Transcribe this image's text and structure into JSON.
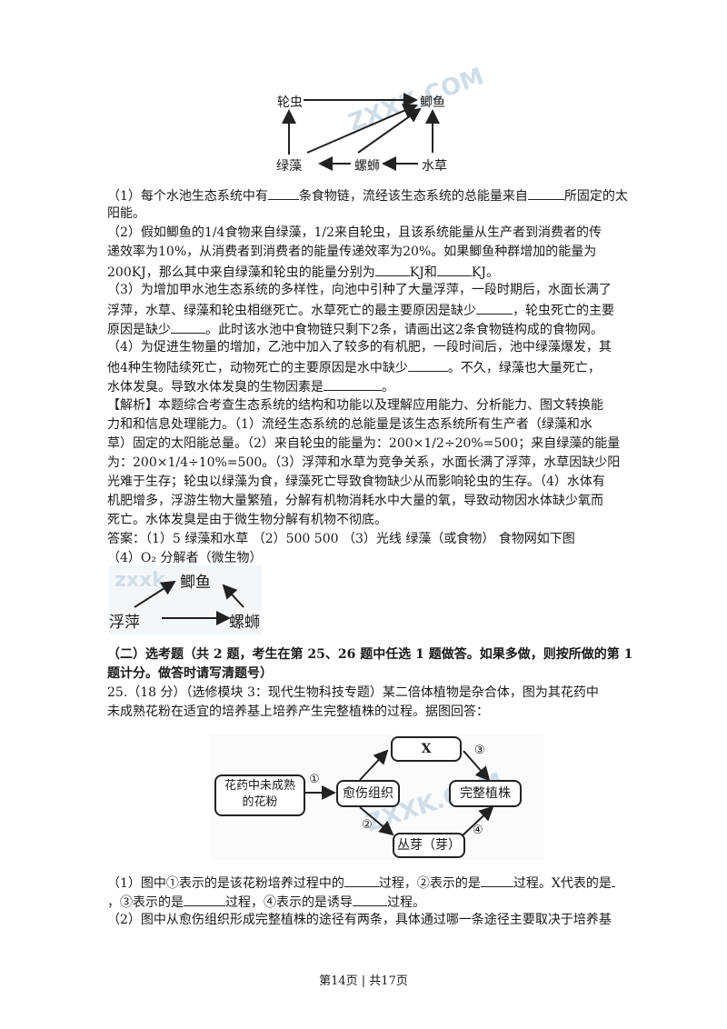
{
  "fig1": {
    "nodes": {
      "lunchong": "轮虫",
      "jiyu": "鲫鱼",
      "lvzao": "绿藻",
      "luosi": "螺蛳",
      "shuicao": "水草"
    }
  },
  "q1": {
    "p1": [
      "（1）每个水池生态系统中有",
      "条食物链，流经该生态系统的总能量来自",
      "所固定的太",
      "阳能。"
    ],
    "p2": [
      "（2）假如鲫鱼的",
      "1/4",
      "食物来自绿藻，",
      "1/2",
      "来自轮虫，且该系统能量从生产者到消费者的传",
      "递效率为",
      "10%",
      "，从消费者到消费者的能量传递效率为",
      "20%",
      "。如果鲫鱼种群增加的能量为",
      "200KJ",
      "，那么其中来自绿藻和轮虫的能量分别为",
      "KJ和",
      "KJ。"
    ],
    "p3": [
      "（3）为增加甲水池生态系统的多样性，向池中引种了大量浮萍，一段时期后，水面长满了",
      "浮萍，水草、绿藻和轮虫相继死亡。水草死亡的最主要原因是缺少",
      "，轮虫死亡的主要",
      "原因是缺少",
      "。此时该水池中食物链只剩下",
      "2",
      "条，请画出这",
      "2",
      "条食物链构成的食物网。"
    ],
    "p4": [
      "（4）为促进生物量的增加，乙池中加入了较多的有机肥，一段时间后，池中绿藻爆发，其",
      "他",
      "4",
      "种生物陆续死亡，动物死亡的主要原因是水中缺少",
      "。不久，绿藻也大量死亡，",
      "水体发臭。导致水体发臭的生物因素是",
      "。"
    ],
    "analysis": [
      "【解析】本题综合考查生态系统的结构和功能以及理解应用能力、分析能力、图文转换能",
      "力和和信息处理能力。（1）流经生态系统的总能量是该生态系统所有生产者（绿藻和水",
      "草）固定的太阳能总量。（2）来自轮虫的能量为：200×1/2÷20%=500；来自绿藻的能量",
      "为：200×1/4÷10%=500。（3）浮萍和水草为竞争关系，水面长满了浮萍，水草因缺少阳",
      "光难于生存；轮虫以绿藻为食，绿藻死亡导致食物缺少从而影响轮虫的生存。（4）水体有",
      "机肥增多，浮游生物大量繁殖，分解有机物消耗水中大量的氧，导致动物因水体缺少氧而",
      "死亡。水体发臭是由于微生物分解有机物不彻底。"
    ],
    "answer1": "答案：（1）5 绿藻和水草 （2）500 500 （3）光线 绿藻（或食物） 食物网如下图",
    "answer2": "（4）O₂ 分解者（微生物）"
  },
  "fig2": {
    "jiyu": "鲫鱼",
    "fuping": "浮萍",
    "luosi": "螺蛳"
  },
  "section2": {
    "line1": "（二）选考题（共 2 题，考生在第 25、26 题中任选 1 题做答。如果多做，则按所做的第 1",
    "line2": "题计分。做答时请写清题号）"
  },
  "q25": {
    "line1": "25.（18 分）（选修模块 3：现代生物科技专题）某二倍体植物是杂合体，图为其花药中",
    "line2": "未成熟花粉在适宜的培养基上培养产生完整植株的过程。据图回答：",
    "fig": {
      "pollen1": "花药中未成熟",
      "pollen2": "的花粉",
      "callus": "愈伤组织",
      "x": "X",
      "plant": "完整植株",
      "shoot": "丛芽（芽）",
      "s1": "①",
      "s2": "②",
      "s3": "③",
      "s4": "④"
    },
    "p1": [
      "（1）图中①表示的是该花粉培养过程中的",
      "过程，②表示的是",
      "过程。X代表的是",
      "，③表示的是",
      "过程，④表示的是诱导",
      "过程。"
    ],
    "p2": "（2）图中从愈伤组织形成完整植株的途径有两条，具体通过哪一条途径主要取决于培养基"
  },
  "footer": "第14页 | 共17页"
}
